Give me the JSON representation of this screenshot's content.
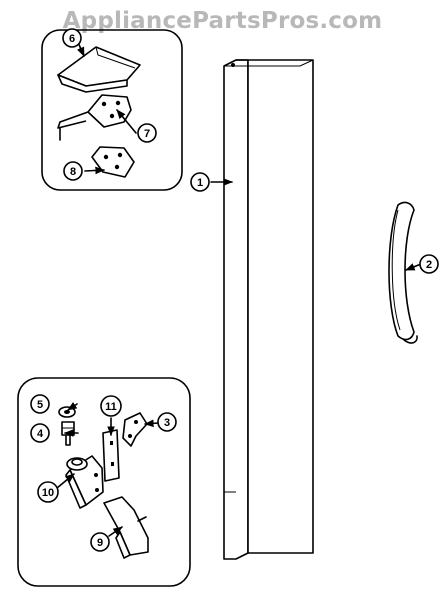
{
  "watermark": "AppliancePartsPros.com",
  "callouts": {
    "door": "1",
    "handle": "2",
    "hinge_bracket": "3",
    "hinge_pin": "4",
    "washer": "5",
    "cover": "6",
    "top_hinge": "7",
    "hinge_plate": "8",
    "bottom_cover": "9",
    "bottom_hinge": "10",
    "shim": "11"
  }
}
